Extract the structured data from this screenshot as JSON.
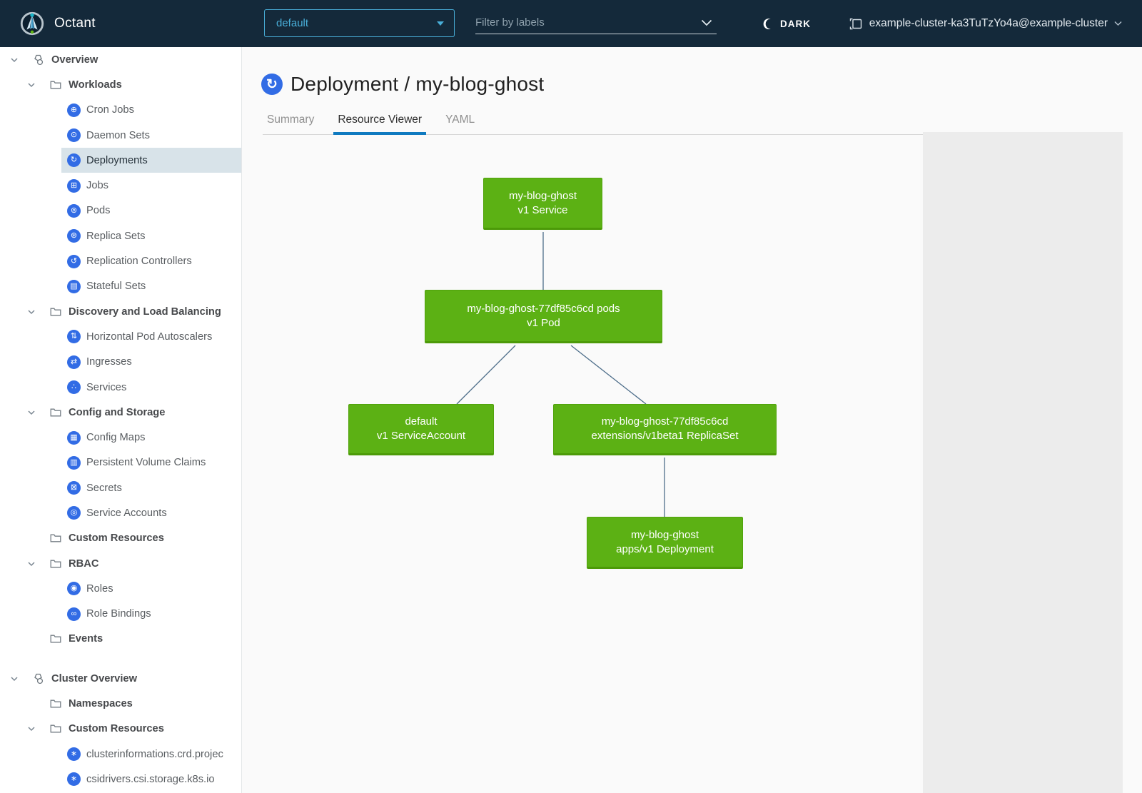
{
  "header": {
    "app_title": "Octant",
    "namespace_selector": {
      "value": "default"
    },
    "filter": {
      "placeholder": "Filter by labels"
    },
    "theme_toggle": {
      "label": "DARK",
      "icon": "moon-icon"
    },
    "context": {
      "label": "example-cluster-ka3TuTzYo4a@example-cluster",
      "icon": "cluster-icon"
    }
  },
  "sidebar": {
    "items": [
      {
        "name": "sidebar-item-overview",
        "label": "Overview",
        "level": 0,
        "icon": "applications-icon",
        "chevron": true,
        "bold": true,
        "selected": false
      },
      {
        "name": "sidebar-item-workloads",
        "label": "Workloads",
        "level": 1,
        "icon": "folder-icon",
        "chevron": true,
        "bold": true,
        "selected": false
      },
      {
        "name": "sidebar-item-cron-jobs",
        "label": "Cron Jobs",
        "level": 2,
        "icon": "cronjob-icon",
        "chevron": false,
        "bold": false,
        "selected": false
      },
      {
        "name": "sidebar-item-daemon-sets",
        "label": "Daemon Sets",
        "level": 2,
        "icon": "daemonset-icon",
        "chevron": false,
        "bold": false,
        "selected": false
      },
      {
        "name": "sidebar-item-deployments",
        "label": "Deployments",
        "level": 2,
        "icon": "deployment-icon",
        "chevron": false,
        "bold": false,
        "selected": true
      },
      {
        "name": "sidebar-item-jobs",
        "label": "Jobs",
        "level": 2,
        "icon": "job-icon",
        "chevron": false,
        "bold": false,
        "selected": false
      },
      {
        "name": "sidebar-item-pods",
        "label": "Pods",
        "level": 2,
        "icon": "pod-icon",
        "chevron": false,
        "bold": false,
        "selected": false
      },
      {
        "name": "sidebar-item-replica-sets",
        "label": "Replica Sets",
        "level": 2,
        "icon": "replicaset-icon",
        "chevron": false,
        "bold": false,
        "selected": false
      },
      {
        "name": "sidebar-item-replication-controllers",
        "label": "Replication Controllers",
        "level": 2,
        "icon": "replicationcontroller-icon",
        "chevron": false,
        "bold": false,
        "selected": false
      },
      {
        "name": "sidebar-item-stateful-sets",
        "label": "Stateful Sets",
        "level": 2,
        "icon": "statefulset-icon",
        "chevron": false,
        "bold": false,
        "selected": false
      },
      {
        "name": "sidebar-item-discovery-and-load-balancing",
        "label": "Discovery and Load Balancing",
        "level": 1,
        "icon": "folder-icon",
        "chevron": true,
        "bold": true,
        "selected": false
      },
      {
        "name": "sidebar-item-horizontal-pod-autoscalers",
        "label": "Horizontal Pod Autoscalers",
        "level": 2,
        "icon": "hpa-icon",
        "chevron": false,
        "bold": false,
        "selected": false
      },
      {
        "name": "sidebar-item-ingresses",
        "label": "Ingresses",
        "level": 2,
        "icon": "ingress-icon",
        "chevron": false,
        "bold": false,
        "selected": false
      },
      {
        "name": "sidebar-item-services",
        "label": "Services",
        "level": 2,
        "icon": "service-icon",
        "chevron": false,
        "bold": false,
        "selected": false
      },
      {
        "name": "sidebar-item-config-and-storage",
        "label": "Config and Storage",
        "level": 1,
        "icon": "folder-icon",
        "chevron": true,
        "bold": true,
        "selected": false
      },
      {
        "name": "sidebar-item-config-maps",
        "label": "Config Maps",
        "level": 2,
        "icon": "configmap-icon",
        "chevron": false,
        "bold": false,
        "selected": false
      },
      {
        "name": "sidebar-item-persistent-volume-claims",
        "label": "Persistent Volume Claims",
        "level": 2,
        "icon": "pvc-icon",
        "chevron": false,
        "bold": false,
        "selected": false
      },
      {
        "name": "sidebar-item-secrets",
        "label": "Secrets",
        "level": 2,
        "icon": "secret-icon",
        "chevron": false,
        "bold": false,
        "selected": false
      },
      {
        "name": "sidebar-item-service-accounts",
        "label": "Service Accounts",
        "level": 2,
        "icon": "serviceaccount-icon",
        "chevron": false,
        "bold": false,
        "selected": false
      },
      {
        "name": "sidebar-item-custom-resources",
        "label": "Custom Resources",
        "level": 1,
        "icon": "folder-icon",
        "chevron": false,
        "bold": true,
        "selected": false
      },
      {
        "name": "sidebar-item-rbac",
        "label": "RBAC",
        "level": 1,
        "icon": "folder-icon",
        "chevron": true,
        "bold": true,
        "selected": false
      },
      {
        "name": "sidebar-item-roles",
        "label": "Roles",
        "level": 2,
        "icon": "role-icon",
        "chevron": false,
        "bold": false,
        "selected": false
      },
      {
        "name": "sidebar-item-role-bindings",
        "label": "Role Bindings",
        "level": 2,
        "icon": "rolebinding-icon",
        "chevron": false,
        "bold": false,
        "selected": false
      },
      {
        "name": "sidebar-item-events",
        "label": "Events",
        "level": 1,
        "icon": "folder-icon",
        "chevron": false,
        "bold": true,
        "selected": false
      },
      {
        "name": "sidebar-item-cluster-overview",
        "label": "Cluster Overview",
        "level": 0,
        "icon": "applications-icon",
        "chevron": true,
        "bold": true,
        "selected": false,
        "gap_before": true
      },
      {
        "name": "sidebar-item-namespaces",
        "label": "Namespaces",
        "level": 1,
        "icon": "folder-icon",
        "chevron": false,
        "bold": true,
        "selected": false
      },
      {
        "name": "sidebar-item-cluster-custom-resources",
        "label": "Custom Resources",
        "level": 1,
        "icon": "folder-icon",
        "chevron": true,
        "bold": true,
        "selected": false
      },
      {
        "name": "sidebar-item-clusterinformations",
        "label": "clusterinformations.crd.projec",
        "level": 2,
        "icon": "crd-icon",
        "chevron": false,
        "bold": false,
        "selected": false
      },
      {
        "name": "sidebar-item-csidrivers",
        "label": "csidrivers.csi.storage.k8s.io",
        "level": 2,
        "icon": "crd-icon",
        "chevron": false,
        "bold": false,
        "selected": false
      }
    ]
  },
  "main": {
    "title": "Deployment / my-blog-ghost",
    "title_icon": "deployment-icon",
    "tabs": [
      {
        "label": "Summary",
        "active": false
      },
      {
        "label": "Resource Viewer",
        "active": true
      },
      {
        "label": "YAML",
        "active": false
      }
    ]
  },
  "graph": {
    "nodes": [
      {
        "id": "service",
        "line1": "my-blog-ghost",
        "line2": "v1 Service"
      },
      {
        "id": "pod",
        "line1": "my-blog-ghost-77df85c6cd pods",
        "line2": "v1 Pod"
      },
      {
        "id": "serviceaccount",
        "line1": "default",
        "line2": "v1 ServiceAccount"
      },
      {
        "id": "replicaset",
        "line1": "my-blog-ghost-77df85c6cd",
        "line2": "extensions/v1beta1 ReplicaSet"
      },
      {
        "id": "deployment",
        "line1": "my-blog-ghost",
        "line2": "apps/v1 Deployment"
      }
    ],
    "edges": [
      {
        "from": "service",
        "to": "pod"
      },
      {
        "from": "pod",
        "to": "serviceaccount"
      },
      {
        "from": "pod",
        "to": "replicaset"
      },
      {
        "from": "replicaset",
        "to": "deployment"
      }
    ]
  },
  "colors": {
    "topbar_bg": "#14293a",
    "accent_blue": "#49afd9",
    "k8s_icon_blue": "#326ce5",
    "node_green": "#5cb114",
    "tab_underline": "#0f7ac0",
    "selected_row_bg": "#d8e3e9",
    "edge_line": "#4e6e8a",
    "side_panel_bg": "#ececec"
  }
}
